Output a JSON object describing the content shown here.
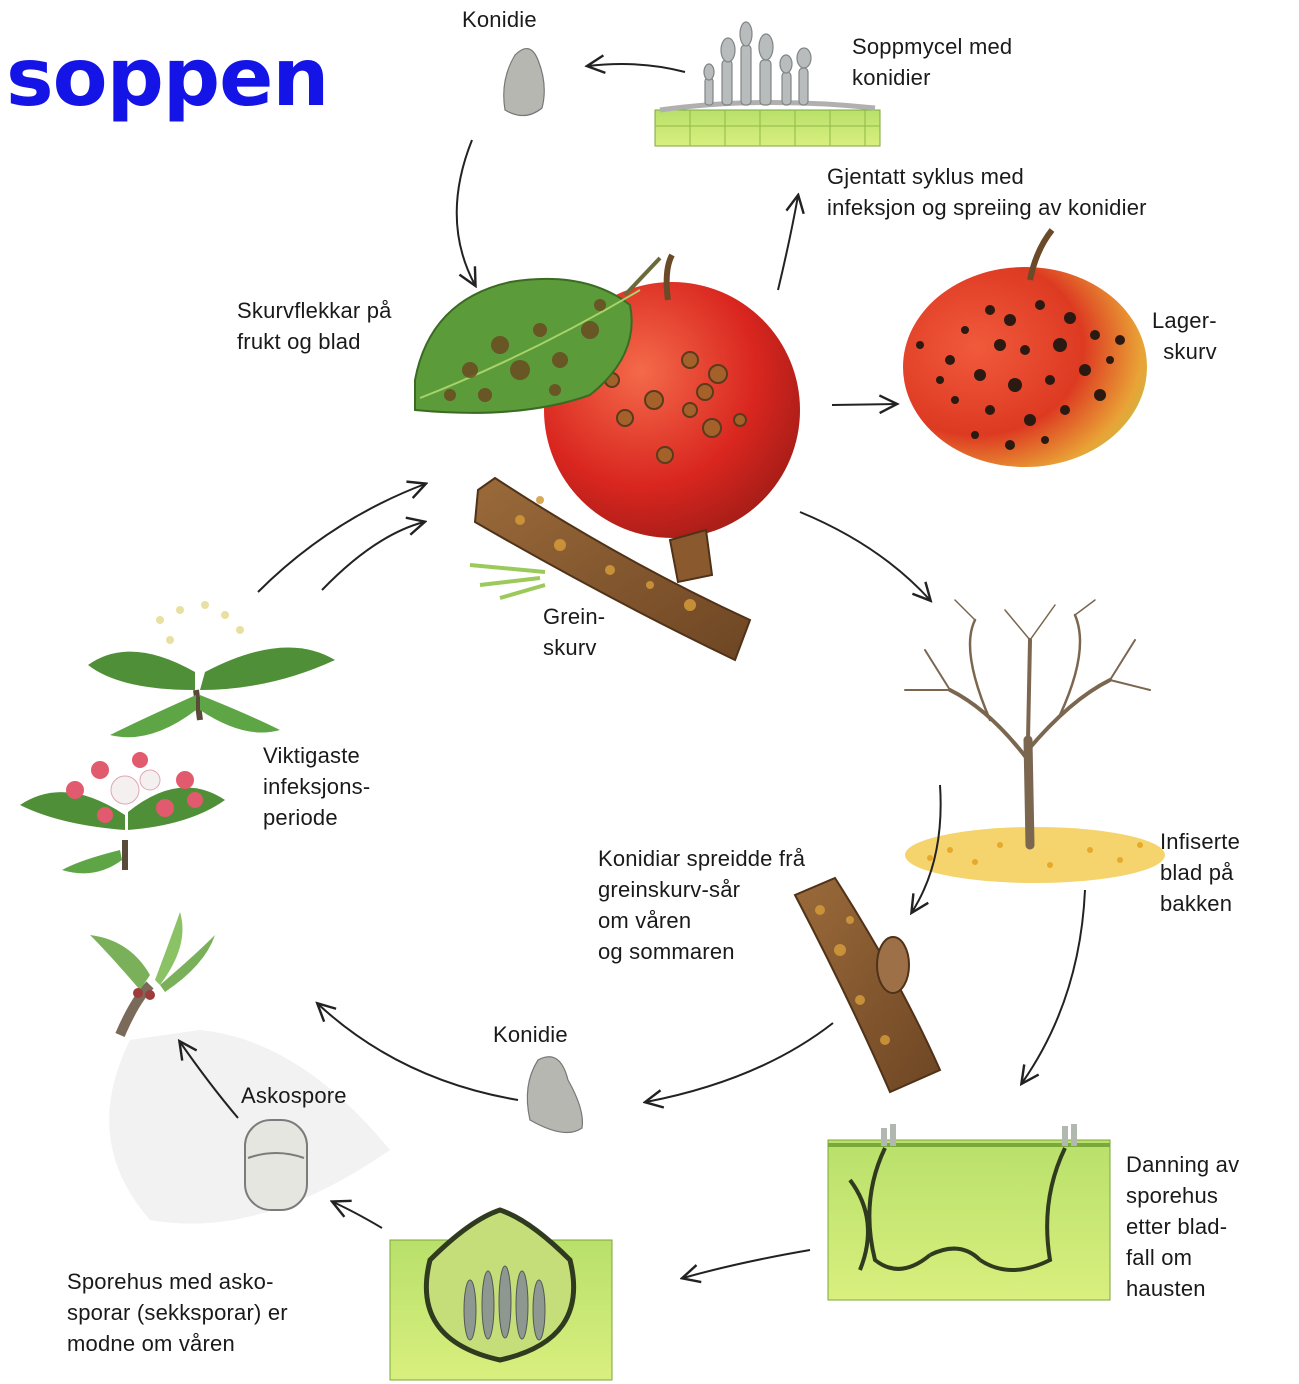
{
  "title": "soppen",
  "colors": {
    "title": "#1414e6",
    "text": "#1a1a1a",
    "arrow": "#222222"
  },
  "labels": {
    "konidie_top": "Konidie",
    "soppmycel": "Soppmycel med\nkonidier",
    "gjentatt": "Gjentatt syklus med\ninfeksjon og spreiing av konidier",
    "skurvflekkar": "Skurvflekkar på\nfrukt og blad",
    "lagerskurv": "Lager-\nskurv",
    "greinskurv": "Grein-\nskurv",
    "viktigaste": "Viktigaste\ninfeksjons-\nperiode",
    "konidiar_spreidde": "Konidiar spreidde frå\ngreinskurv-sår\nom våren\nog sommaren",
    "infiserte": "Infiserte\nblad på\nbakken",
    "konidie_bottom": "Konidie",
    "askospore": "Askospore",
    "danning": "Danning av\nsporehus\netter blad-\nfall om\nhausten",
    "sporehus": "Sporehus med asko-\nsporar (sekksporar) er\nmodne om våren"
  }
}
